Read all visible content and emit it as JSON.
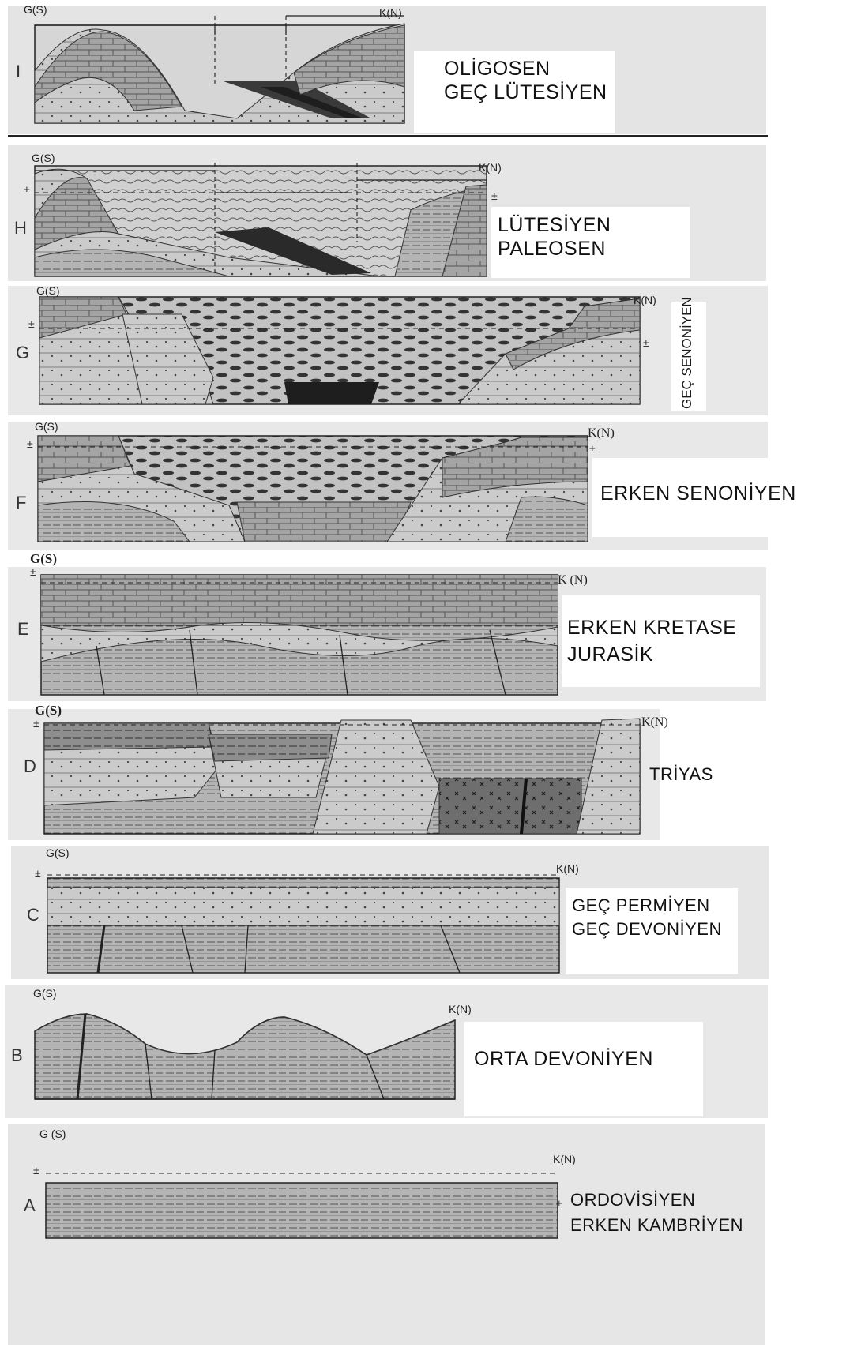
{
  "panels": [
    {
      "id": "I",
      "letter": "I",
      "left_label": "G(S)",
      "right_label": "K(N)",
      "age_lines": [
        "OLİGOSEN",
        "GEÇ LÜTESİYEN"
      ]
    },
    {
      "id": "H",
      "letter": "H",
      "left_label": "G(S)",
      "right_label": "K(N)",
      "age_lines": [
        "LÜTESİYEN",
        "PALEOSEN"
      ]
    },
    {
      "id": "G",
      "letter": "G",
      "left_label": "G(S)",
      "right_label": "K(N)",
      "age_lines": [
        "GEÇ SENONİYEN"
      ]
    },
    {
      "id": "F",
      "letter": "F",
      "left_label": "G(S)",
      "right_label": "K(N)",
      "age_lines": [
        "ERKEN  SENONİYEN"
      ]
    },
    {
      "id": "E",
      "letter": "E",
      "left_label": "G(S)",
      "right_label": "K (N)",
      "age_lines": [
        "ERKEN  KRETASE",
        "JURASİK"
      ]
    },
    {
      "id": "D",
      "letter": "D",
      "left_label": "G(S)",
      "right_label": "K(N)",
      "age_lines": [
        "TRİYAS"
      ]
    },
    {
      "id": "C",
      "letter": "C",
      "left_label": "G(S)",
      "right_label": "K(N)",
      "age_lines": [
        "GEÇ PERMİYEN",
        "GEÇ DEVONİYEN"
      ]
    },
    {
      "id": "B",
      "letter": "B",
      "left_label": "G(S)",
      "right_label": "K(N)",
      "age_lines": [
        "ORTA  DEVONİYEN"
      ]
    },
    {
      "id": "A",
      "letter": "A",
      "left_label": "G (S)",
      "right_label": "K(N)",
      "age_lines": [
        "ORDOVİSİYEN",
        "ERKEN KAMBRİYEN"
      ]
    }
  ],
  "sea_level_symbol": "±",
  "colors": {
    "limestone": "#9a9a9a",
    "sandstone": "#c6c6c6",
    "shale": "#a8a8a8",
    "dark": "#2a2a2a",
    "paper": "#e6e6e6"
  }
}
